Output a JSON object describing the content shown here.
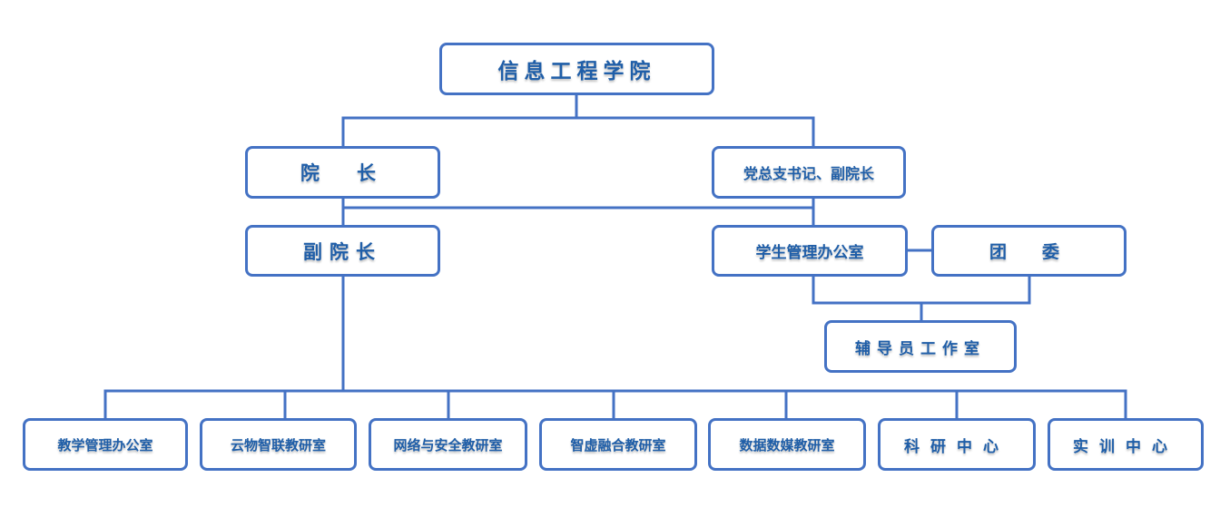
{
  "colors": {
    "border": "#4472c4",
    "text": "#1f5ea8",
    "line": "#4472c4"
  },
  "org": {
    "root": "信息工程学院",
    "dean": "院　长",
    "party_secretary": "党总支书记、副院长",
    "vice_dean": "副院长",
    "student_office": "学生管理办公室",
    "youth_league": "团　委",
    "counselor_office": "辅导员工作室",
    "departments": [
      "教学管理办公室",
      "云物智联教研室",
      "网络与安全教研室",
      "智虚融合教研室",
      "数据数媒教研室",
      "科研中心",
      "实训中心"
    ]
  }
}
